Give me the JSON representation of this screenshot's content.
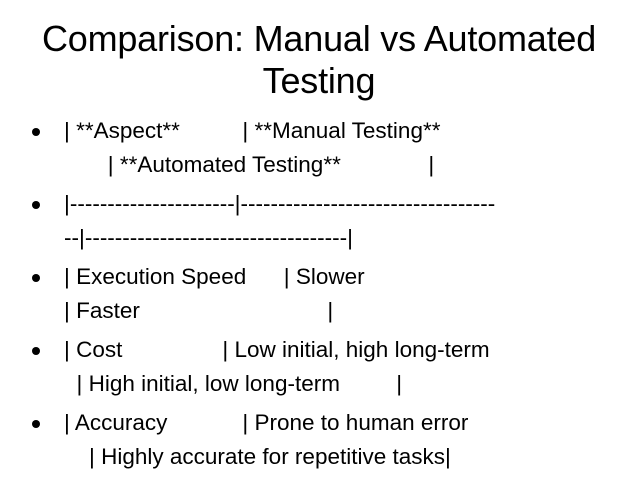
{
  "slide": {
    "title_line1": "Comparison: Manual vs Automated",
    "title_line2": "Testing",
    "bullets": [
      {
        "line1": "| **Aspect**          | **Manual Testing**",
        "line2": "       | **Automated Testing**              |",
        "line2_indent": 52
      },
      {
        "line1": "|----------------------|----------------------------------",
        "line2": "--|-----------------------------------|",
        "line2_indent": 0
      },
      {
        "line1": "| Execution Speed      | Slower",
        "line2": "| Faster                              |",
        "line2_indent": 0
      },
      {
        "line1": "| Cost                | Low initial, high long-term",
        "line2": "  | High initial, low long-term         |",
        "line2_indent": 0
      },
      {
        "line1": "| Accuracy            | Prone to human error",
        "line2": "    | Highly accurate for repetitive tasks|",
        "line2_indent": 0
      }
    ]
  }
}
